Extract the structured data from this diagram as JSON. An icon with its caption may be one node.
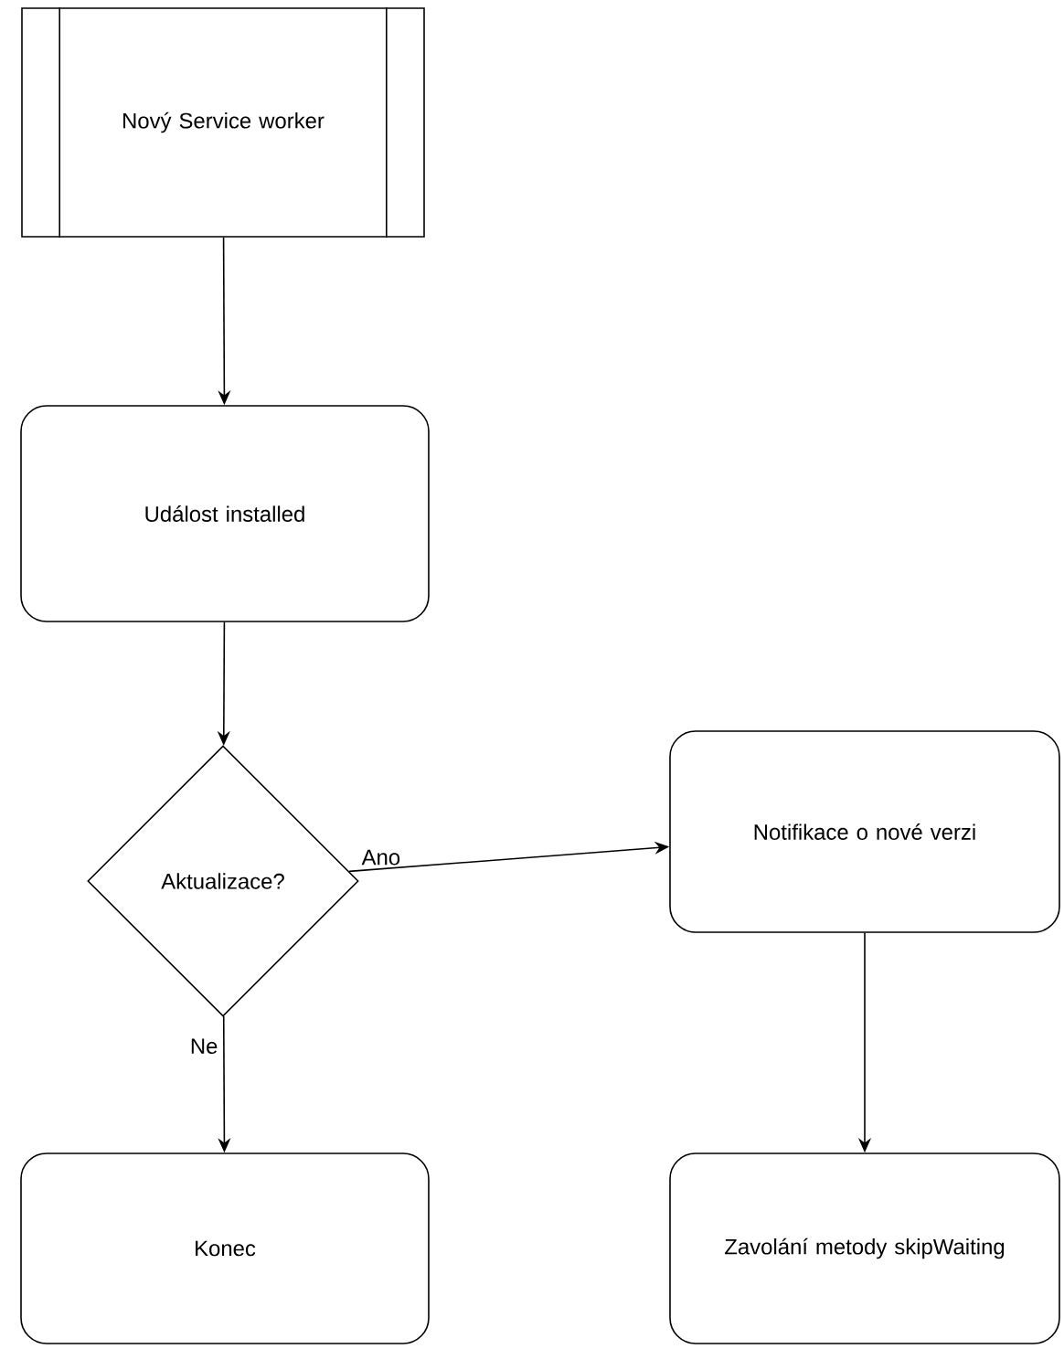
{
  "diagram": {
    "nodes": [
      {
        "text": [
          "Nový Service worker"
        ]
      },
      {
        "text": [
          "Událost installed"
        ]
      },
      {
        "text": [
          "Aktualizace?"
        ]
      },
      {
        "text": [
          "Notifikace o nové verzi"
        ]
      },
      {
        "text": [
          "Konec"
        ]
      },
      {
        "text": [
          "Zavolání metody skipWaiting"
        ]
      }
    ],
    "edges": [
      {
        "from": 0,
        "to": 1,
        "arrow": "to"
      },
      {
        "from": 1,
        "to": 2,
        "arrow": "to"
      },
      {
        "from": 2,
        "to": 3,
        "arrow": "to",
        "label": "Ano"
      },
      {
        "from": 2,
        "to": 4,
        "arrow": "to",
        "label": "Ne"
      },
      {
        "from": 3,
        "to": 5,
        "arrow": "to"
      }
    ]
  }
}
